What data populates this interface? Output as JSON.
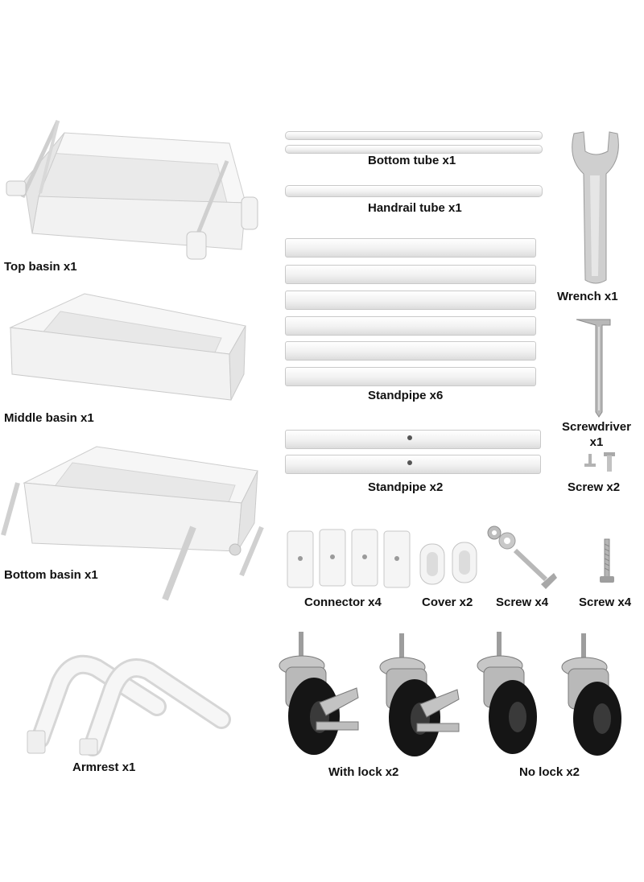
{
  "labels": {
    "top_basin": "Top basin x1",
    "middle_basin": "Middle basin x1",
    "bottom_basin": "Bottom basin x1",
    "armrest": "Armrest x1",
    "bottom_tube": "Bottom tube x1",
    "handrail_tube": "Handrail tube x1",
    "standpipe6": "Standpipe x6",
    "standpipe2": "Standpipe x2",
    "wrench": "Wrench x1",
    "screwdriver_line1": "Screwdriver",
    "screwdriver_line2": "x1",
    "screw_x2": "Screw x2",
    "connector": "Connector x4",
    "cover": "Cover x2",
    "screw_x4_a": "Screw x4",
    "screw_x4_b": "Screw x4",
    "with_lock": "With lock x2",
    "no_lock": "No lock x2"
  },
  "icons": {
    "top_basin": "top-basin-icon",
    "middle_basin": "middle-basin-icon",
    "bottom_basin": "bottom-basin-icon",
    "armrest": "armrest-icon",
    "wrench": "wrench-icon",
    "screwdriver": "hex-key-icon",
    "screw": "screw-icon",
    "connector": "connector-icon",
    "cover": "cover-icon",
    "caster_lock": "caster-with-lock-icon",
    "caster_nolock": "caster-no-lock-icon"
  },
  "colors": {
    "background": "#ffffff",
    "text": "#111111",
    "part_white": "#f4f4f4",
    "part_edge": "#c9c9c9",
    "metal": "#b8b8b8",
    "wheel": "#151515"
  }
}
